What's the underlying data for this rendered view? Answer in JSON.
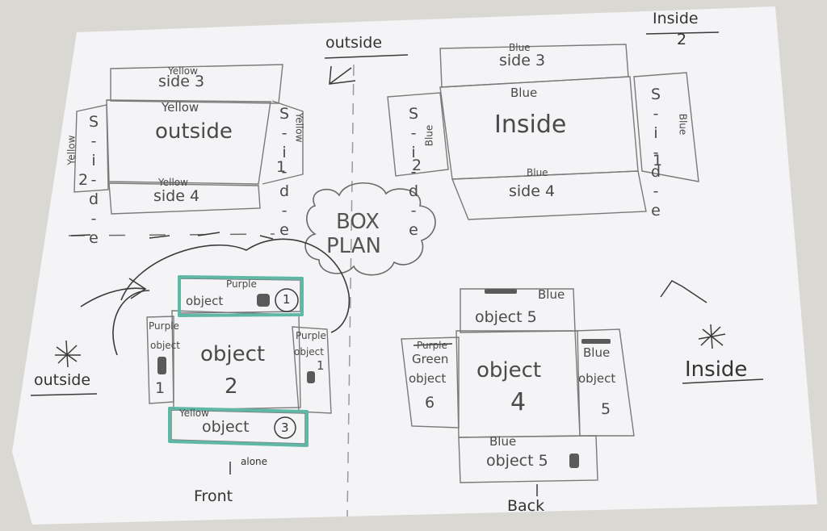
{
  "top_left": {
    "side3": {
      "color": "Yellow",
      "label": "side 3"
    },
    "center": {
      "color": "Yellow",
      "label": "outside"
    },
    "side2": {
      "color": "Yellow",
      "label": "S‑i‑d‑e",
      "num": "2"
    },
    "side1": {
      "color": "Yellow",
      "label": "S‑i‑d‑e",
      "num": "1"
    },
    "side4": {
      "color": "Yellow",
      "label": "side 4"
    }
  },
  "top_right": {
    "side3": {
      "color": "Blue",
      "label": "side 3"
    },
    "center": {
      "color": "Blue",
      "label": "Inside"
    },
    "side2": {
      "color": "Blue",
      "label": "S‑i‑d‑e",
      "num": "2"
    },
    "side1": {
      "color": "Blue",
      "label": "S‑i‑d‑e",
      "num": "1"
    },
    "side4": {
      "color": "Blue",
      "label": "side 4"
    }
  },
  "header_outside": "outside",
  "header_inside": "Inside",
  "cloud_label_1": "BOX",
  "cloud_label_2": "PLAN",
  "bottom_left": {
    "obj1": {
      "color": "Purple",
      "label": "object",
      "num": "1"
    },
    "center": {
      "label": "object",
      "num": "2"
    },
    "left": {
      "color": "Purple",
      "label": "object",
      "num": "1"
    },
    "right": {
      "color": "Purple",
      "label": "object",
      "num": "1"
    },
    "obj3": {
      "color": "Yellow",
      "label": "object",
      "num": "3"
    },
    "note": "alone",
    "caption": "Front"
  },
  "bottom_right": {
    "top": {
      "color": "Blue",
      "label": "object 5"
    },
    "center": {
      "label": "object",
      "num": "4"
    },
    "left": {
      "color_struck": "Purple",
      "color": "Green",
      "label": "object",
      "num": "6"
    },
    "right": {
      "color": "Blue",
      "label": "object",
      "num": "5"
    },
    "bottom": {
      "color": "Blue",
      "label": "object 5"
    },
    "caption": "Back"
  },
  "label_outside_left": "outside",
  "label_inside_right": "Inside",
  "colors": {
    "ink": "#4a4a4a",
    "highlight": "#5fb8a6",
    "paper": "#f4f4f6"
  }
}
